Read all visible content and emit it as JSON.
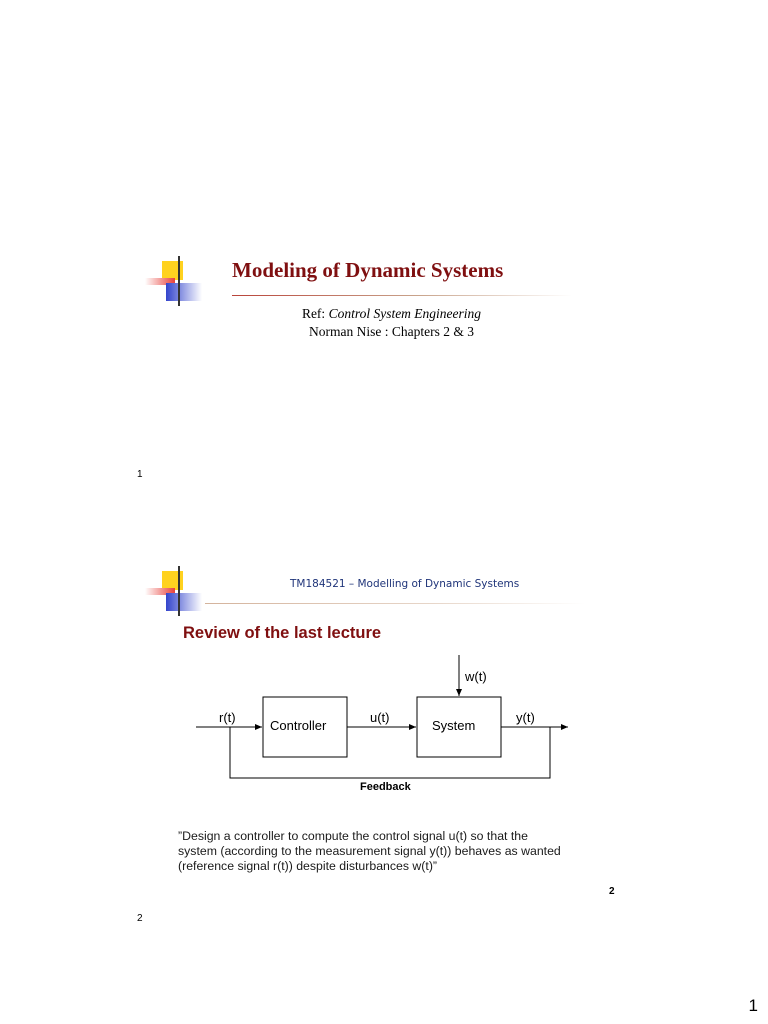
{
  "slide1": {
    "title": "Modeling of Dynamic Systems",
    "ref_prefix": "Ref:",
    "ref_book": "Control System Engineering",
    "ref_author_line": "Norman Nise :  Chapters 2 & 3",
    "page_number": "1"
  },
  "slide2": {
    "header": "TM184521  – Modelling of Dynamic Systems",
    "title": "Review of the last lecture",
    "diagram": {
      "controller_label": "Controller",
      "system_label": "System",
      "input_label": "r(t)",
      "control_label": "u(t)",
      "output_label": "y(t)",
      "disturbance_label": "w(t)",
      "feedback_label": "Feedback"
    },
    "quote_lines": [
      "”Design a controller to compute the control signal u(t) so that the",
      "system (according to the measurement signal y(t)) behaves as wanted",
      "(reference signal r(t)) despite disturbances w(t)”"
    ],
    "inner_page_number": "2",
    "page_number": "2"
  },
  "document": {
    "page_number": "1"
  },
  "colors": {
    "title_red": "#7f0f10",
    "header_blue": "#1f3479",
    "logo_yellow": "#ffd21f",
    "logo_blue": "#3344cc",
    "logo_red": "#e8403a"
  }
}
